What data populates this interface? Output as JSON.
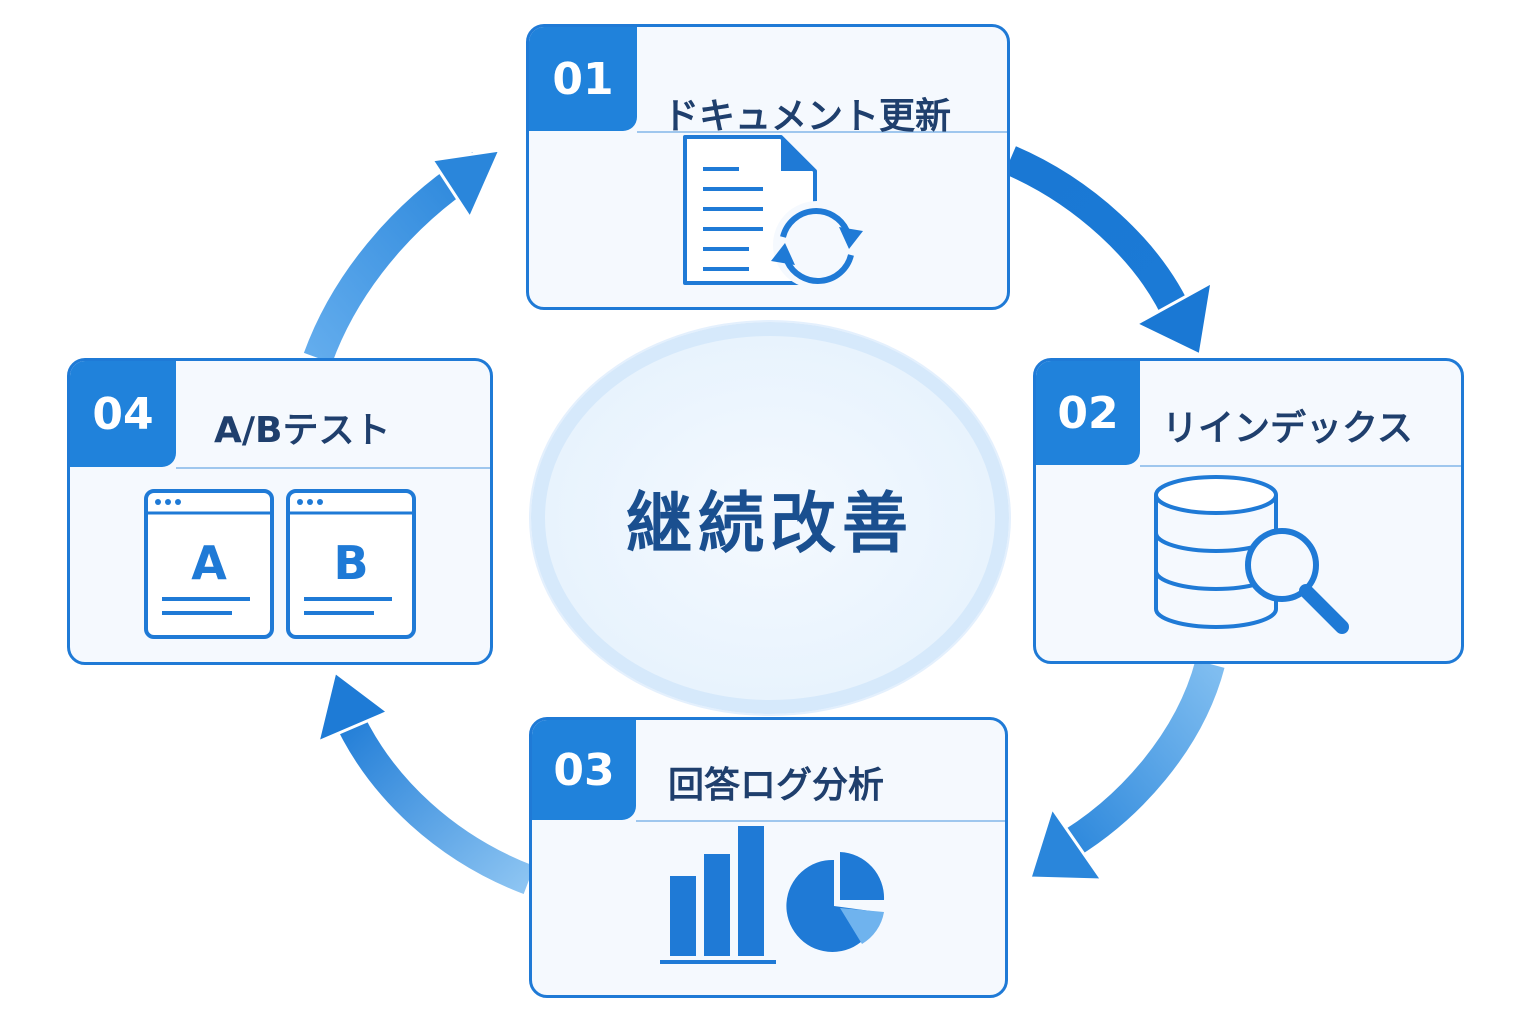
{
  "center": {
    "title": "継続改善"
  },
  "steps": [
    {
      "number": "01",
      "title": "ドキュメント更新",
      "icon": "document-refresh-icon"
    },
    {
      "number": "02",
      "title": "リインデックス",
      "icon": "database-search-icon"
    },
    {
      "number": "03",
      "title": "回答ログ分析",
      "icon": "chart-icon"
    },
    {
      "number": "04",
      "title": "A/Bテスト",
      "icon": "ab-test-icon"
    }
  ],
  "ab_labels": {
    "a": "A",
    "b": "B"
  },
  "colors": {
    "primary": "#2082db",
    "dark_text": "#1f3f6d",
    "center_text": "#1a4f8f",
    "light_blue": "#6fb3ee",
    "card_bg": "#f5f9fe"
  }
}
